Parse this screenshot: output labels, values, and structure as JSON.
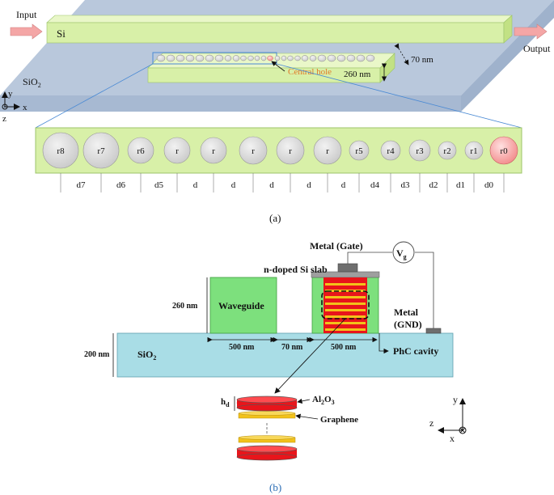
{
  "panel_a": {
    "input_label": "Input",
    "output_label": "Output",
    "si_label": "Si",
    "sio2_label": "SiO",
    "sio2_sub": "2",
    "central_hole_label": "Central hole",
    "height_label": "260 nm",
    "gap_label": "70 nm",
    "axis": {
      "y": "y",
      "x": "x",
      "z": "z"
    },
    "holes": [
      "r8",
      "r7",
      "r6",
      "r",
      "r",
      "r",
      "r",
      "r",
      "r5",
      "r4",
      "r3",
      "r2",
      "r1",
      "r0"
    ],
    "spacings": [
      "d7",
      "d6",
      "d5",
      "d",
      "d",
      "d",
      "d",
      "d",
      "d4",
      "d3",
      "d2",
      "d1",
      "d0"
    ],
    "caption": "(a)"
  },
  "panel_b": {
    "gate_label": "Metal (Gate)",
    "vg_label": "V",
    "vg_sub": "g",
    "doped_label": "n-doped Si slab",
    "gnd_label_1": "Metal",
    "gnd_label_2": "(GND)",
    "waveguide_label": "Waveguide",
    "wg_height_label": "260 nm",
    "sub_height_label": "200 nm",
    "sio2_label": "SiO",
    "sio2_sub": "2",
    "width1_label": "500 nm",
    "gap_label": "70 nm",
    "width2_label": "500 nm",
    "phc_label": "PhC cavity",
    "hd_label": "h",
    "hd_sub": "d",
    "al2o3_label": "Al",
    "al2o3_sub1": "2",
    "al2o3_mid": "O",
    "al2o3_sub2": "3",
    "graphene_label": "Graphene",
    "axis": {
      "y": "y",
      "z": "z",
      "x": "x"
    },
    "caption": "(b)"
  },
  "colors": {
    "substrate": "#b9c8dc",
    "si_green": "#d8f0a8",
    "bright_green": "#7de07d",
    "cyan_substrate": "#a9dde6",
    "red_layer": "#e8151b",
    "yellow_layer": "#f2c21a",
    "arrow_pink": "#f4a6a6",
    "caption_blue": "#2a6db5"
  }
}
